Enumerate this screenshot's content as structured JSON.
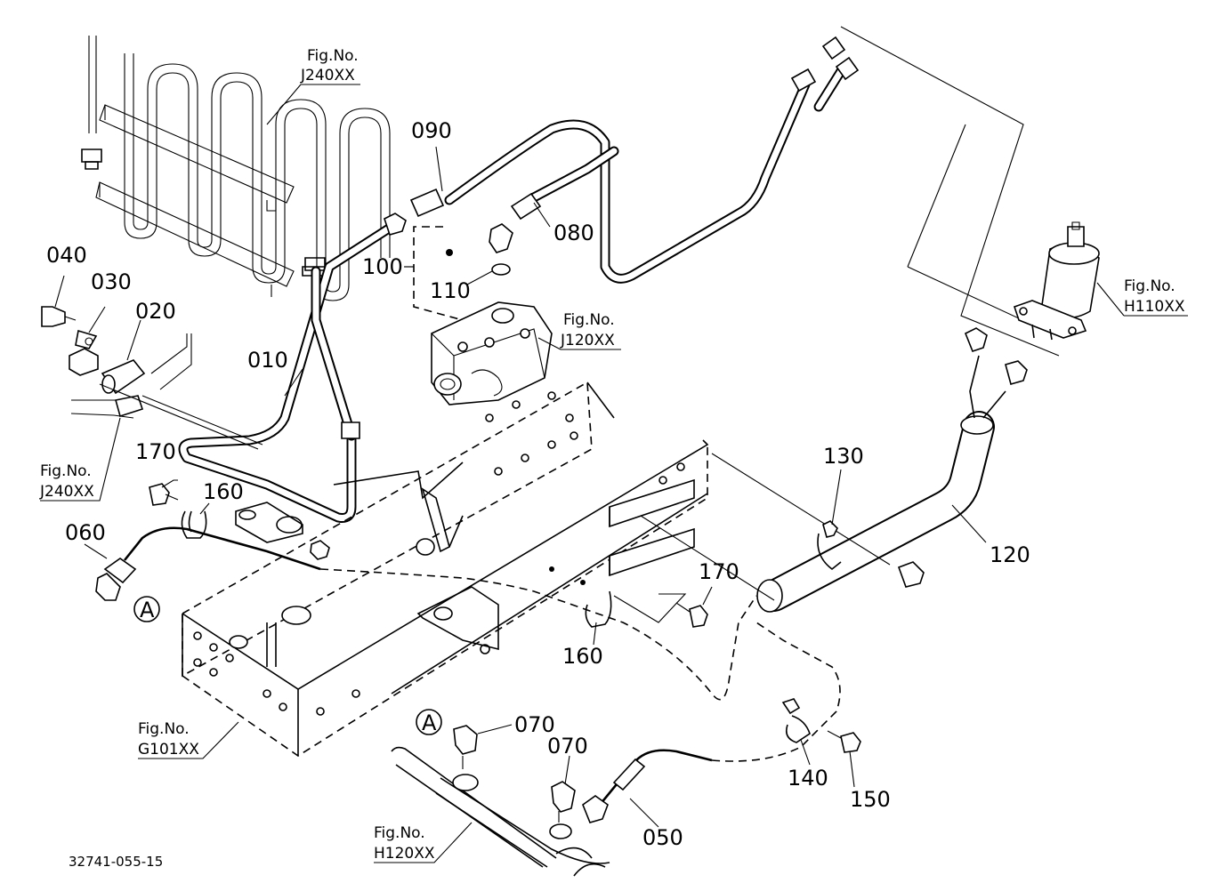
{
  "diagram_id": "32741-055-15",
  "part_numbers": {
    "p010": "010",
    "p020": "020",
    "p030": "030",
    "p040": "040",
    "p050": "050",
    "p060": "060",
    "p070a": "070",
    "p070b": "070",
    "p080": "080",
    "p090": "090",
    "p100": "100",
    "p110": "110",
    "p120": "120",
    "p130": "130",
    "p140": "140",
    "p150": "150",
    "p160a": "160",
    "p160b": "160",
    "p170a": "170",
    "p170b": "170"
  },
  "figure_refs": {
    "label": "Fig.No.",
    "j240_top": "J240XX",
    "j240_left": "J240XX",
    "j120": "J120XX",
    "h110": "H110XX",
    "g101": "G101XX",
    "h120": "H120XX"
  },
  "markers": {
    "a_top": "A",
    "a_bottom": "A"
  },
  "colors": {
    "ink": "#000000",
    "paper": "#ffffff"
  }
}
